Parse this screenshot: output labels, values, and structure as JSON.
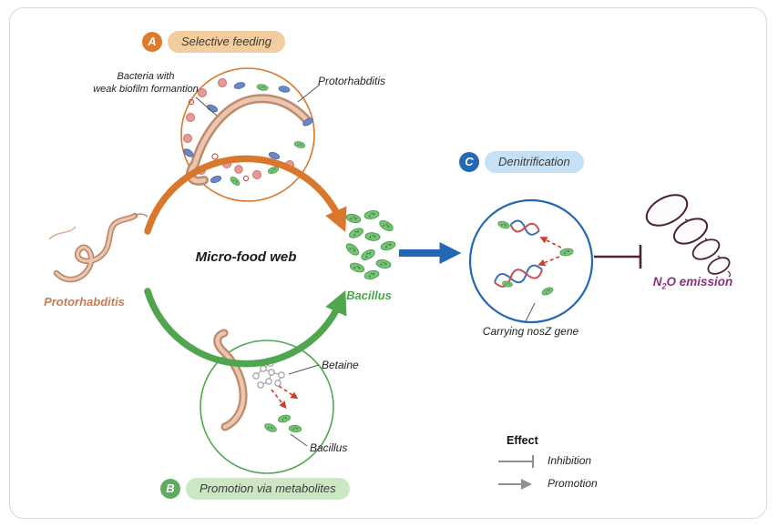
{
  "figure": {
    "title_center": "Micro-food web",
    "panels": {
      "a": {
        "badge": "A",
        "title": "Selective feeding",
        "color": "#dd7a2e",
        "pill_bg": "#f4cd9f"
      },
      "b": {
        "badge": "B",
        "title": "Promotion via metabolites",
        "color": "#5fac5f",
        "pill_bg": "#cbe7c4"
      },
      "c": {
        "badge": "C",
        "title": "Denitrification",
        "color": "#2368b4",
        "pill_bg": "#c6e1f6"
      }
    },
    "annotations": {
      "biofilm_line1": "Bacteria with",
      "biofilm_line2": "weak biofilm formantion",
      "protorhabditis_top": "Protorhabditis",
      "protorhabditis_left": "Protorhabditis",
      "bacillus_center": "Bacillus",
      "betaine": "Betaine",
      "bacillus_bottom": "Bacillus",
      "nosz_gene": "Carrying nosZ gene",
      "n2o_n": "N",
      "n2o_sub": "2",
      "n2o_rest": "O emission"
    },
    "legend": {
      "title": "Effect",
      "items": [
        {
          "label": "Inhibition",
          "symbol": "inhibition-bar"
        },
        {
          "label": "Promotion",
          "symbol": "promotion-arrow"
        }
      ]
    },
    "colors": {
      "orange_arc": "#d9772c",
      "green_arc": "#4fa64f",
      "blue_arrow": "#2368b4",
      "n2o_label": "#8b2f7e",
      "balloon_maroon": "#4a2037",
      "nematode_body": "#c08969"
    }
  }
}
